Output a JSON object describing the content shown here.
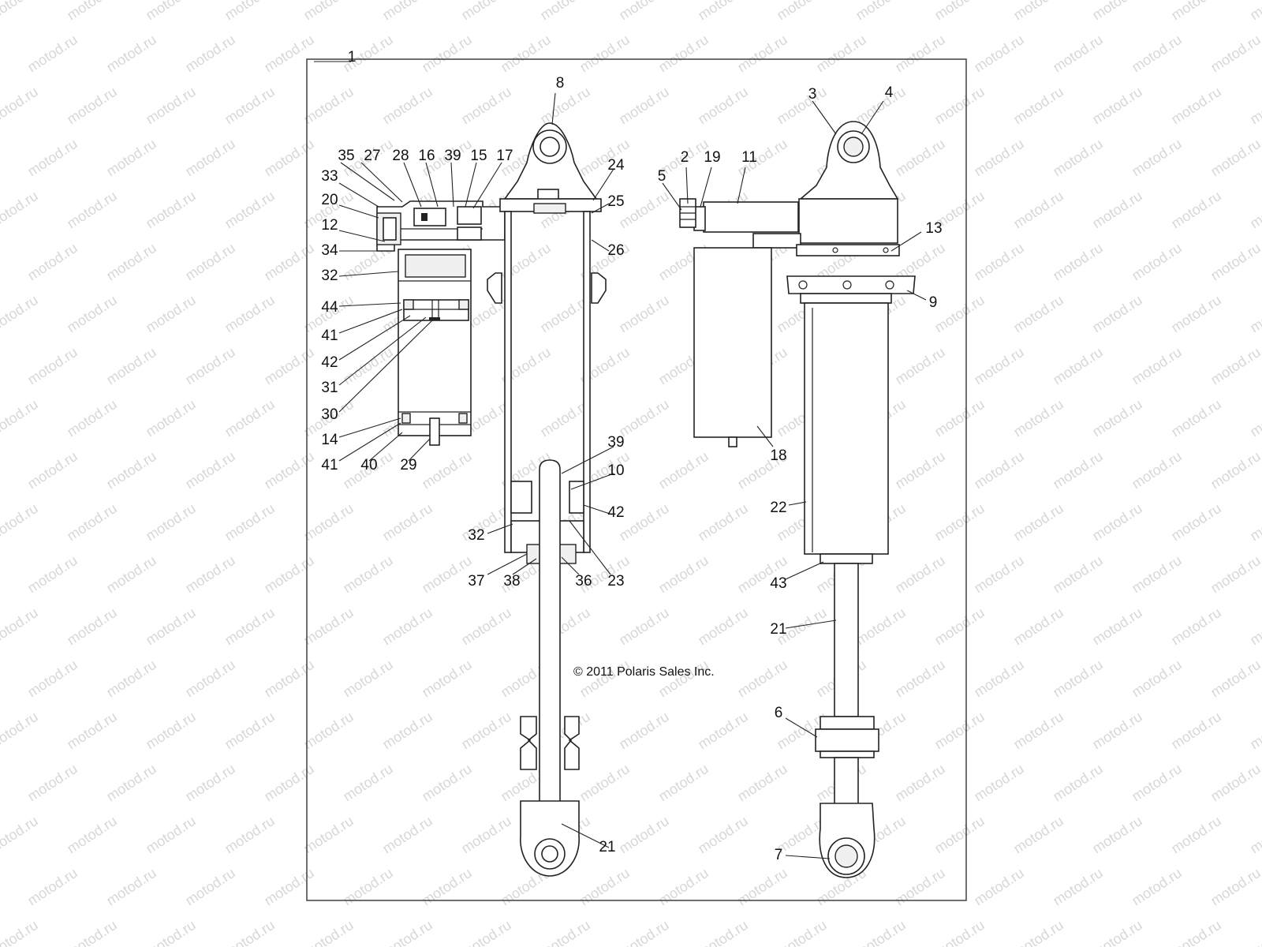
{
  "watermark": {
    "text": "motod.ru",
    "color": "#c9c9c9"
  },
  "copyright": "© 2011 Polaris Sales Inc.",
  "callouts": {
    "c1": "1",
    "c2": "2",
    "c3": "3",
    "c4": "4",
    "c5": "5",
    "c6": "6",
    "c7": "7",
    "c8": "8",
    "c9": "9",
    "c10": "10",
    "c11": "11",
    "c12": "12",
    "c13": "13",
    "c14": "14",
    "c15": "15",
    "c16": "16",
    "c17": "17",
    "c18": "18",
    "c19": "19",
    "c20": "20",
    "c21a": "21",
    "c21b": "21",
    "c22": "22",
    "c23": "23",
    "c24": "24",
    "c25": "25",
    "c26": "26",
    "c27": "27",
    "c28": "28",
    "c29": "29",
    "c30": "30",
    "c31": "31",
    "c32a": "32",
    "c32b": "32",
    "c33": "33",
    "c34": "34",
    "c35": "35",
    "c36": "36",
    "c37": "37",
    "c38": "38",
    "c39a": "39",
    "c39b": "39",
    "c40": "40",
    "c41a": "41",
    "c41b": "41",
    "c42a": "42",
    "c42b": "42",
    "c43": "43",
    "c44": "44"
  }
}
